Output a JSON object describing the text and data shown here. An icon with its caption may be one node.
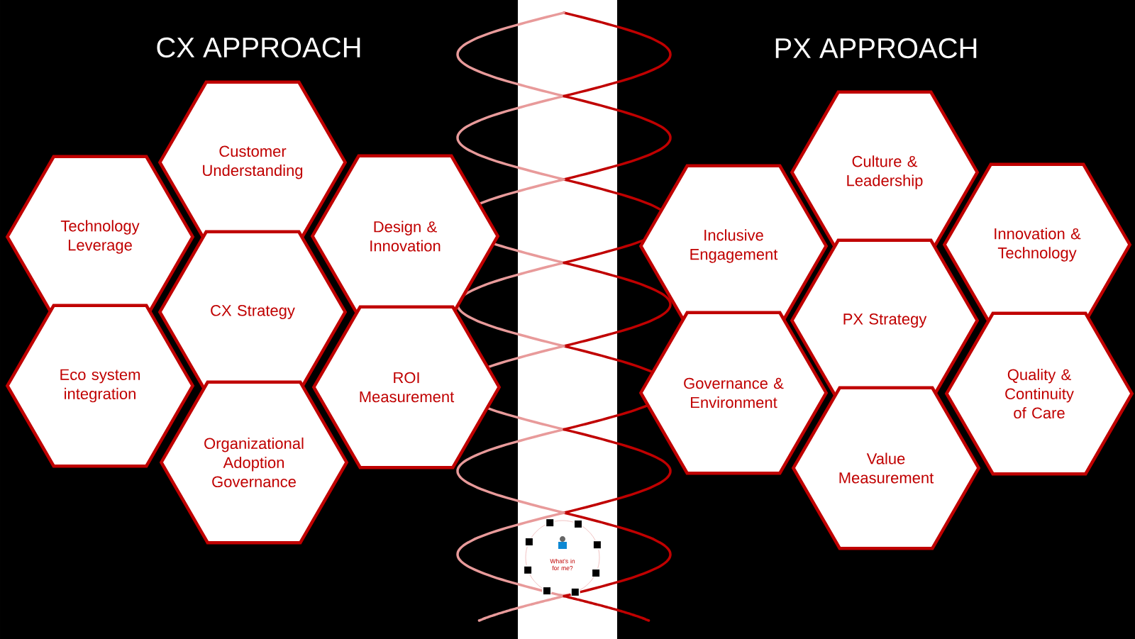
{
  "diagram": {
    "nodes": [
      {
        "text": [
          "Customer Understanding"
        ]
      },
      {
        "text": [
          "Technology Leverage"
        ]
      },
      {
        "text": [
          "Design & Innovation"
        ]
      },
      {
        "text": [
          "CX Strategy"
        ]
      },
      {
        "text": [
          "Eco system integration"
        ]
      },
      {
        "text": [
          "ROI Measurement"
        ]
      },
      {
        "text": [
          "Organizational Adoption Governance"
        ]
      },
      {
        "text": [
          "Culture & Leadership"
        ]
      },
      {
        "text": [
          "Inclusive Engagement"
        ]
      },
      {
        "text": [
          "Innovation & Technology"
        ]
      },
      {
        "text": [
          "PX Strategy"
        ]
      },
      {
        "text": [
          "Governance & Environment"
        ]
      },
      {
        "text": [
          "Quality & Continuity of Care"
        ]
      },
      {
        "text": [
          "Value Measurement"
        ]
      }
    ],
    "labels": [
      "CX APPROACH",
      "PX APPROACH",
      "What's in for me?"
    ]
  }
}
